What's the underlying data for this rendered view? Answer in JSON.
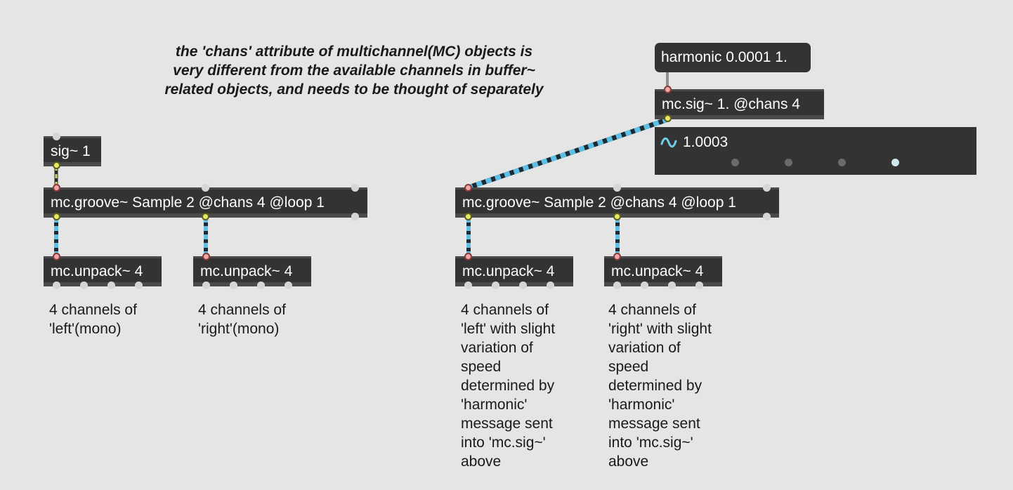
{
  "comment": "the 'chans' attribute of multichannel(MC) objects is very different from the available channels in buffer~ related objects, and needs to be thought of separately",
  "message": {
    "text": "harmonic 0.0001 1."
  },
  "objects": {
    "sig": "sig~ 1",
    "mc_sig": "mc.sig~ 1. @chans 4",
    "groove_left": "mc.groove~ Sample 2 @chans 4 @loop 1",
    "groove_right": "mc.groove~ Sample 2 @chans 4 @loop 1",
    "unpack_1": "mc.unpack~ 4",
    "unpack_2": "mc.unpack~ 4",
    "unpack_3": "mc.unpack~ 4",
    "unpack_4": "mc.unpack~ 4"
  },
  "signal_display": {
    "icon": "signal-wave-icon",
    "value": "1.0003",
    "channels": 4,
    "active_channel": 4
  },
  "notes": {
    "n1": "4 channels of 'left'(mono)",
    "n2": "4 channels of 'right'(mono)",
    "n3": "4 channels of 'left' with slight variation of speed determined by 'harmonic' message sent into 'mc.sig~' above",
    "n4": "4 channels of 'right' with slight variation of speed determined by 'harmonic' message sent into 'mc.sig~' above"
  },
  "colors": {
    "background": "#e5e5e5",
    "object_bg": "#333333",
    "mc_cable_a": "#5bbfe6",
    "mc_cable_b": "#1e2a33",
    "sig_cable": "#c9d86a"
  }
}
